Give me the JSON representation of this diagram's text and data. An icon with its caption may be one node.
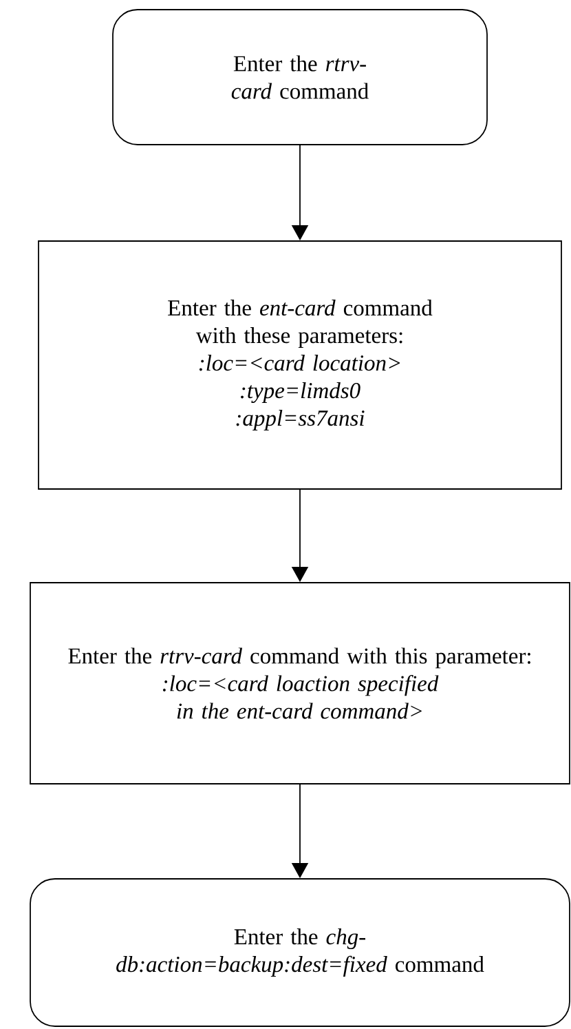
{
  "diagram": {
    "nodes": [
      {
        "text": [
          "Enter the *rtrv-card* command"
        ]
      },
      {
        "text": [
          "Enter the *ent-card* command with these parameters:",
          ":loc=<card location>",
          ":type=limds0",
          ":appl=ss7ansi"
        ]
      },
      {
        "text": [
          "Enter the *rtrv-card* command with this parameter:",
          ":loc=<card loaction specified in the ent-card command>"
        ]
      },
      {
        "text": [
          "Enter the *chg-db:action=backup:dest=fixed* command"
        ]
      }
    ],
    "edges": [
      {
        "from": 0,
        "to": 1,
        "arrow": "to"
      },
      {
        "from": 1,
        "to": 2,
        "arrow": "to"
      },
      {
        "from": 2,
        "to": 3,
        "arrow": "to"
      }
    ]
  }
}
